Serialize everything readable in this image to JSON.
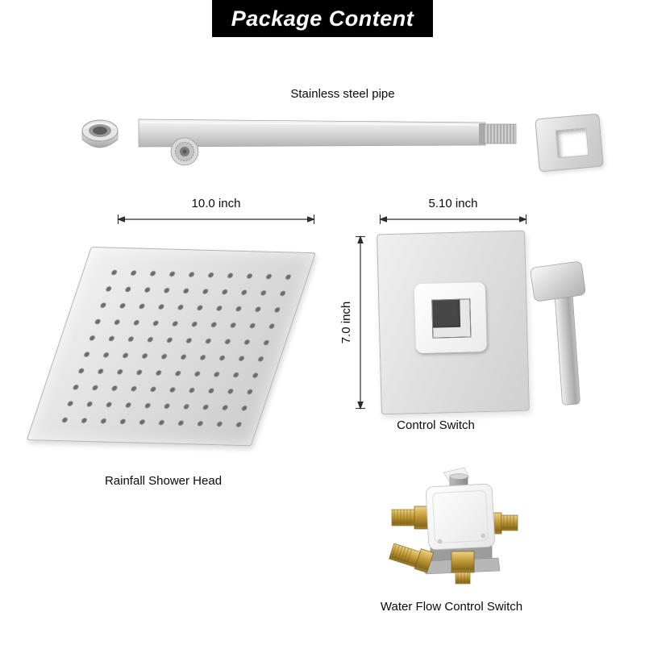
{
  "header": {
    "title": "Package Content"
  },
  "parts": {
    "pipe": {
      "label": "Stainless steel pipe"
    },
    "shower_head": {
      "label": "Rainfall Shower Head",
      "width_dim": "10.0 inch"
    },
    "control_switch": {
      "label": "Control Switch",
      "width_dim": "5.10 inch",
      "height_dim": "7.0 inch"
    },
    "water_flow_valve": {
      "label": "Water Flow Control Switch"
    }
  },
  "colors": {
    "header_bg": "#000000",
    "header_text": "#ffffff",
    "metal_light": "#f1f1f1",
    "metal_mid": "#d2d2d2",
    "metal_dark": "#9a9a9a",
    "brass": "#c19a36",
    "text": "#000000",
    "background": "#ffffff"
  }
}
